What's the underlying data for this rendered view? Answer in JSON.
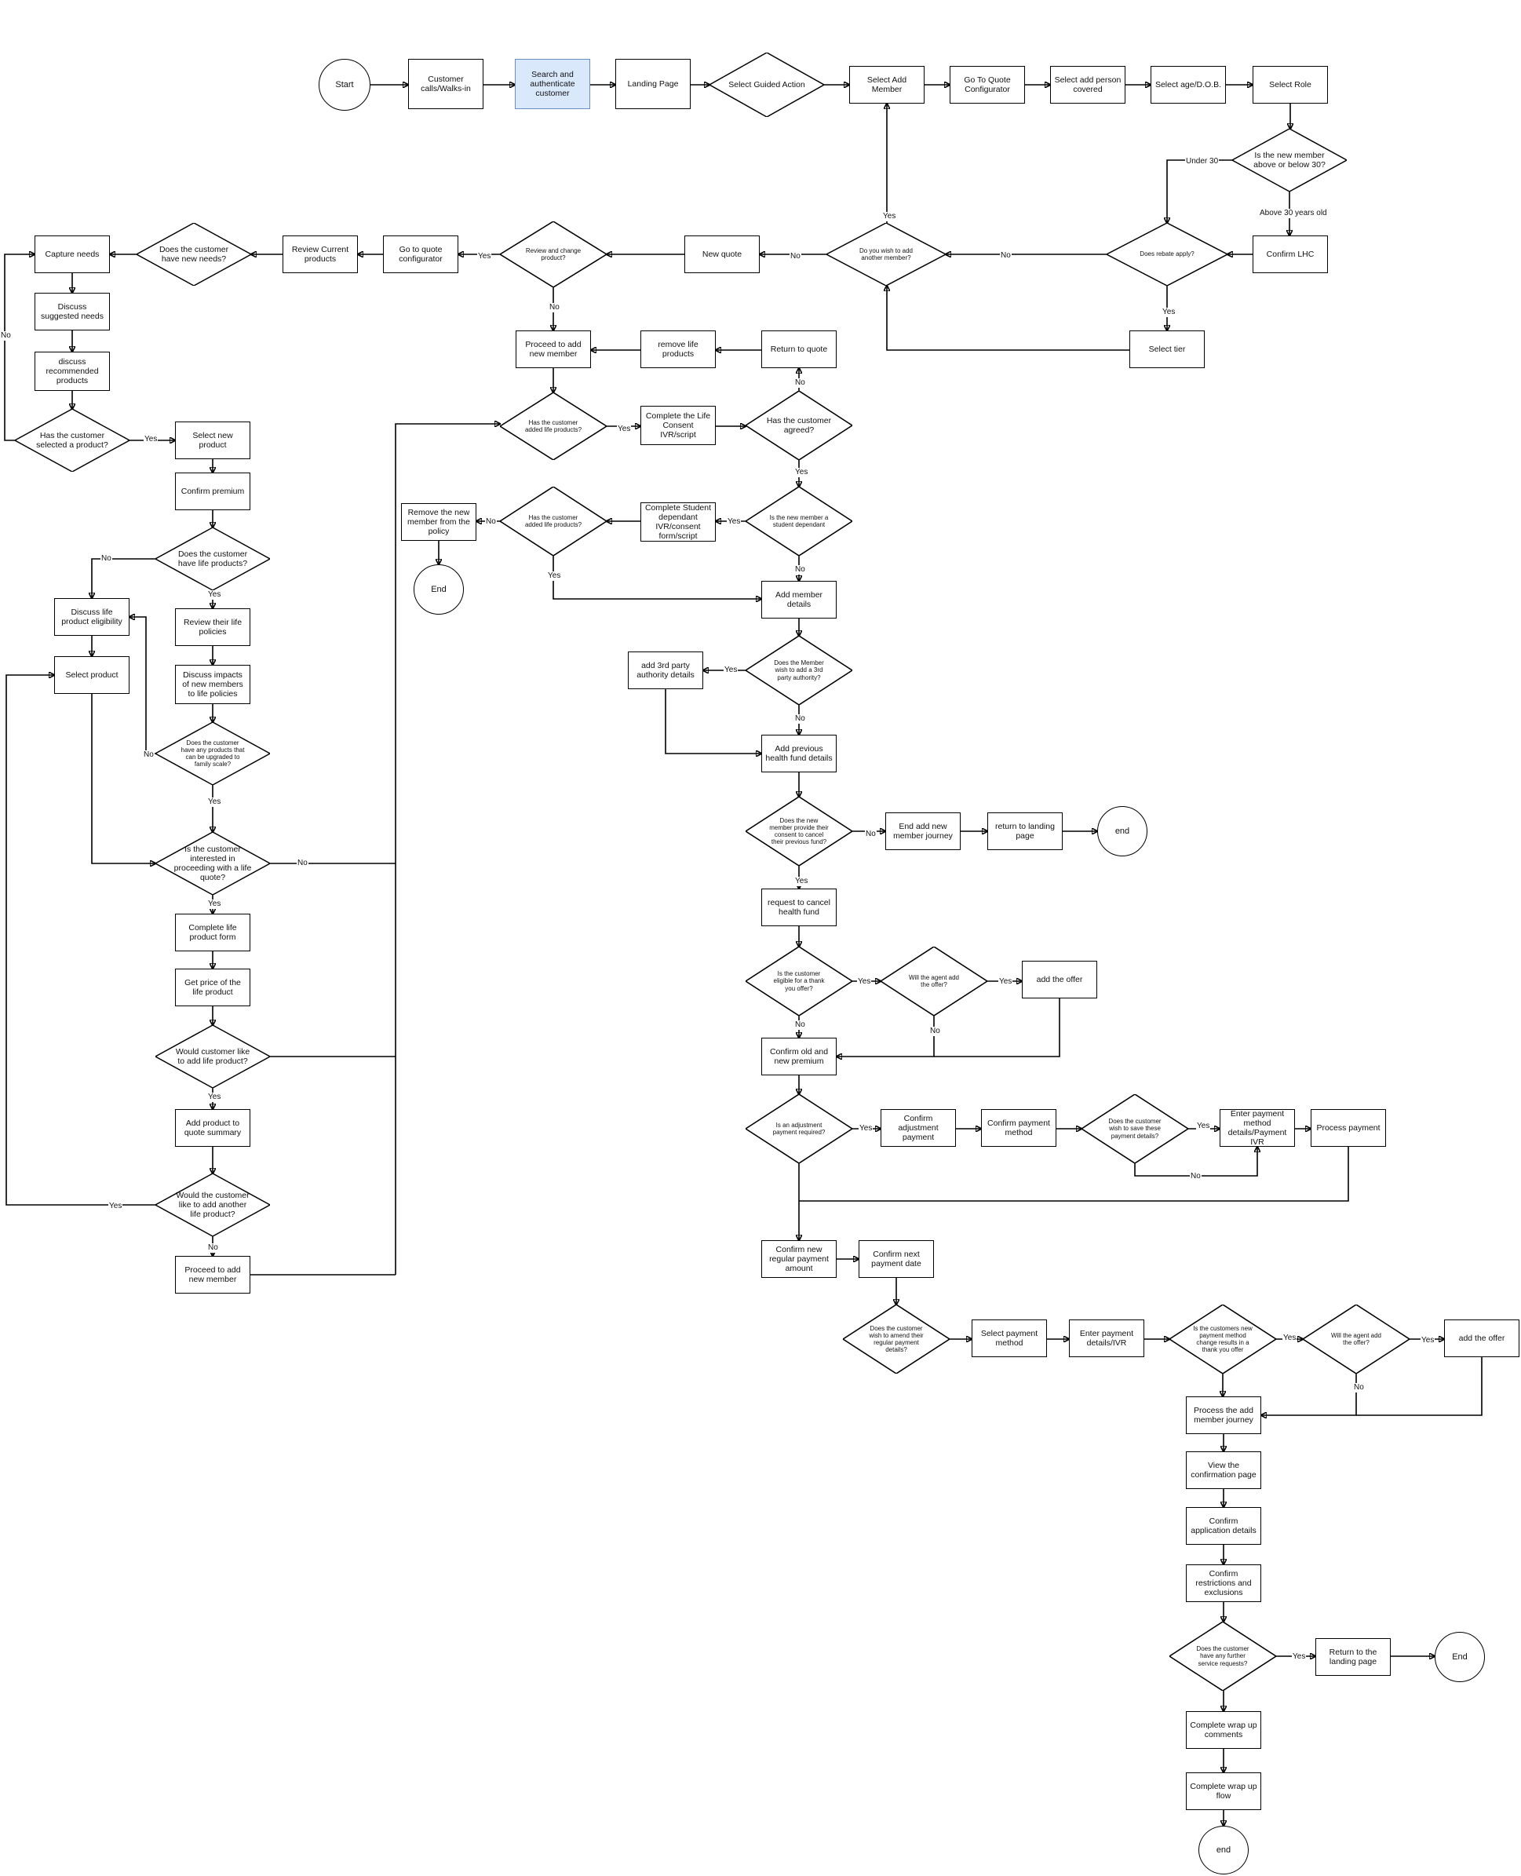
{
  "nodes": [
    {
      "id": "start",
      "shape": "circle",
      "text": "Start"
    },
    {
      "id": "calls",
      "shape": "rect",
      "text": "Customer calls/Walks-in"
    },
    {
      "id": "search",
      "shape": "rect",
      "text": "Search and authenticate customer",
      "highlight": true
    },
    {
      "id": "landing",
      "shape": "rect",
      "text": "Landing Page"
    },
    {
      "id": "guided",
      "shape": "diamond",
      "text": "Select Guided Action"
    },
    {
      "id": "addmember",
      "shape": "rect",
      "text": "Select Add Member"
    },
    {
      "id": "quoteconf",
      "shape": "rect",
      "text": "Go To Quote Configurator"
    },
    {
      "id": "addperson",
      "shape": "rect",
      "text": "Select add person covered"
    },
    {
      "id": "agedob",
      "shape": "rect",
      "text": "Select age/D.O.B."
    },
    {
      "id": "role",
      "shape": "rect",
      "text": "Select Role"
    },
    {
      "id": "above30",
      "shape": "diamond",
      "text": "Is the new member above or below 30?"
    },
    {
      "id": "lhc",
      "shape": "rect",
      "text": "Confirm LHC"
    },
    {
      "id": "rebate",
      "shape": "diamond",
      "small": true,
      "text": "Does rebate apply?"
    },
    {
      "id": "tier",
      "shape": "rect",
      "text": "Select tier"
    },
    {
      "id": "another",
      "shape": "diamond",
      "small": true,
      "text": "Do you wish to add another member?"
    },
    {
      "id": "newquote",
      "shape": "rect",
      "text": "New quote"
    },
    {
      "id": "reviewchange",
      "shape": "diamond",
      "small": true,
      "text": "Review and change product?"
    },
    {
      "id": "gotoquote",
      "shape": "rect",
      "text": "Go to quote configurator"
    },
    {
      "id": "reviewcurrent",
      "shape": "rect",
      "text": "Review Current products"
    },
    {
      "id": "newneeds",
      "shape": "diamond",
      "text": "Does the customer have new needs?"
    },
    {
      "id": "capture",
      "shape": "rect",
      "text": "Capture needs"
    },
    {
      "id": "suggested",
      "shape": "rect",
      "text": "Discuss suggested needs"
    },
    {
      "id": "recommended",
      "shape": "rect",
      "text": "discuss recommended products"
    },
    {
      "id": "selectedprod",
      "shape": "diamond",
      "text": "Has the customer selected a product?"
    },
    {
      "id": "selectnewprod",
      "shape": "rect",
      "text": "Select new product"
    },
    {
      "id": "premium",
      "shape": "rect",
      "text": "Confirm premium"
    },
    {
      "id": "havelife",
      "shape": "diamond",
      "text": "Does the customer have life products?"
    },
    {
      "id": "eligibility",
      "shape": "rect",
      "text": "Discuss life product eligibility"
    },
    {
      "id": "selectproduct",
      "shape": "rect",
      "text": "Select product"
    },
    {
      "id": "reviewlife",
      "shape": "rect",
      "text": "Review their life policies"
    },
    {
      "id": "impacts",
      "shape": "rect",
      "text": "Discuss impacts of new members to life policies"
    },
    {
      "id": "upgraded",
      "shape": "diamond",
      "small": true,
      "text": "Does the customer have any products that can be upgraded to family scale?"
    },
    {
      "id": "interested",
      "shape": "diamond",
      "text": "Is the customer interested in proceeding with a life quote?"
    },
    {
      "id": "lifeform",
      "shape": "rect",
      "text": "Complete life product form"
    },
    {
      "id": "price",
      "shape": "rect",
      "text": "Get price of the life product"
    },
    {
      "id": "wouldlike",
      "shape": "diamond",
      "text": "Would customer like to add life product?"
    },
    {
      "id": "addsummary",
      "shape": "rect",
      "text": "Add product to quote summary"
    },
    {
      "id": "addanother",
      "shape": "diamond",
      "text": "Would the customer like to add another life product?"
    },
    {
      "id": "proceedadd2",
      "shape": "rect",
      "text": "Proceed to add new member"
    },
    {
      "id": "proceedadd1",
      "shape": "rect",
      "text": "Proceed to add new member"
    },
    {
      "id": "removelife",
      "shape": "rect",
      "text": "remove life products"
    },
    {
      "id": "returnquote",
      "shape": "rect",
      "text": "Return to quote"
    },
    {
      "id": "addedlife1",
      "shape": "diamond",
      "small": true,
      "text": "Has the customer added life products?"
    },
    {
      "id": "consent",
      "shape": "rect",
      "text": "Complete the Life Consent IVR/script"
    },
    {
      "id": "agreed",
      "shape": "diamond",
      "text": "Has the customer agreed?"
    },
    {
      "id": "student",
      "shape": "diamond",
      "small": true,
      "text": "Is the new member a student dependant"
    },
    {
      "id": "studentivr",
      "shape": "rect",
      "text": "Complete Student dependant IVR/consent form/script"
    },
    {
      "id": "addedlife2",
      "shape": "diamond",
      "small": true,
      "text": "Has the customer added life products?"
    },
    {
      "id": "removemember",
      "shape": "rect",
      "text": "Remove the new member from the policy"
    },
    {
      "id": "end1",
      "shape": "circle",
      "text": "End"
    },
    {
      "id": "memberdetails",
      "shape": "rect",
      "text": "Add member details"
    },
    {
      "id": "thirdparty",
      "shape": "diamond",
      "small": true,
      "text": "Does the Member wish to add a 3rd party authority?"
    },
    {
      "id": "add3rd",
      "shape": "rect",
      "text": "add 3rd party authority details"
    },
    {
      "id": "prevfund",
      "shape": "rect",
      "text": "Add previous health fund details"
    },
    {
      "id": "provideconsent",
      "shape": "diamond",
      "small": true,
      "text": "Does the new member provide their consent to cancel their previous fund?"
    },
    {
      "id": "endjourney",
      "shape": "rect",
      "text": "End add new member journey"
    },
    {
      "id": "returnlanding1",
      "shape": "rect",
      "text": "return to landing page"
    },
    {
      "id": "end2",
      "shape": "circle",
      "text": "end"
    },
    {
      "id": "cancelfund",
      "shape": "rect",
      "text": "request to cancel health fund"
    },
    {
      "id": "eligiblethanks",
      "shape": "diamond",
      "small": true,
      "text": "Is the customer eligible for a thank you offer?"
    },
    {
      "id": "agentoffer1",
      "shape": "diamond",
      "small": true,
      "text": "Will the agent add the offer?"
    },
    {
      "id": "addoffer1",
      "shape": "rect",
      "text": "add the offer"
    },
    {
      "id": "oldnew",
      "shape": "rect",
      "text": "Confirm old and new premium"
    },
    {
      "id": "adjreq",
      "shape": "diamond",
      "small": true,
      "text": "Is an adjustment payment required?"
    },
    {
      "id": "confirmadj",
      "shape": "rect",
      "text": "Confirm adjustment payment"
    },
    {
      "id": "confirmmethod",
      "shape": "rect",
      "text": "Confirm payment method"
    },
    {
      "id": "savedetails",
      "shape": "diamond",
      "small": true,
      "text": "Does the customer wish to save these payment details?"
    },
    {
      "id": "enterpay1",
      "shape": "rect",
      "text": "Enter payment method details/Payment IVR"
    },
    {
      "id": "processpay",
      "shape": "rect",
      "text": "Process payment"
    },
    {
      "id": "regularamt",
      "shape": "rect",
      "text": "Confirm new regular payment amount"
    },
    {
      "id": "nextdate",
      "shape": "rect",
      "text": "Confirm next payment date"
    },
    {
      "id": "amend",
      "shape": "diamond",
      "small": true,
      "text": "Does the customer wish to amend their regular payment details?"
    },
    {
      "id": "selectmethod",
      "shape": "rect",
      "text": "Select payment method"
    },
    {
      "id": "enterpay2",
      "shape": "rect",
      "text": "Enter payment details/IVR"
    },
    {
      "id": "changeresult",
      "shape": "diamond",
      "small": true,
      "text": "Is the customers new payment method change results in a thank you offer"
    },
    {
      "id": "agentoffer2",
      "shape": "diamond",
      "small": true,
      "text": "Will the agent add the offer?"
    },
    {
      "id": "addoffer2",
      "shape": "rect",
      "text": "add the offer"
    },
    {
      "id": "processjourney",
      "shape": "rect",
      "text": "Process the add member journey"
    },
    {
      "id": "viewconfirm",
      "shape": "rect",
      "text": "View the confirmation page"
    },
    {
      "id": "confirmapp",
      "shape": "rect",
      "text": "Confirm application details"
    },
    {
      "id": "restrictions",
      "shape": "rect",
      "text": "Confirm restrictions and exclusions"
    },
    {
      "id": "further",
      "shape": "diamond",
      "small": true,
      "text": "Does the customer have any further service requests?"
    },
    {
      "id": "returnlanding2",
      "shape": "rect",
      "text": "Return to the landing page"
    },
    {
      "id": "end3",
      "shape": "circle",
      "text": "End"
    },
    {
      "id": "wrapcomments",
      "shape": "rect",
      "text": "Complete wrap up comments"
    },
    {
      "id": "wrapflow",
      "shape": "rect",
      "text": "Complete wrap up flow"
    },
    {
      "id": "end4",
      "shape": "circle",
      "text": "end"
    }
  ],
  "edge_labels": [
    {
      "id": "l_under30",
      "text": "Under 30"
    },
    {
      "id": "l_above30",
      "text": "Above 30 years old"
    },
    {
      "id": "l_rebate_no",
      "text": "No"
    },
    {
      "id": "l_rebate_yes",
      "text": "Yes"
    },
    {
      "id": "l_another_yes",
      "text": "Yes"
    },
    {
      "id": "l_another_no",
      "text": "No"
    },
    {
      "id": "l_review_yes",
      "text": "Yes"
    },
    {
      "id": "l_review_no",
      "text": "No"
    },
    {
      "id": "l_loop_no",
      "text": "No"
    },
    {
      "id": "l_selected_yes",
      "text": "Yes"
    },
    {
      "id": "l_havelife_no",
      "text": "No"
    },
    {
      "id": "l_havelife_yes",
      "text": "Yes"
    },
    {
      "id": "l_upgraded_no",
      "text": "No"
    },
    {
      "id": "l_upgraded_yes",
      "text": "Yes"
    },
    {
      "id": "l_interested_no",
      "text": "No"
    },
    {
      "id": "l_interested_yes",
      "text": "Yes"
    },
    {
      "id": "l_wouldlike_yes",
      "text": "Yes"
    },
    {
      "id": "l_addanother_yes",
      "text": "Yes"
    },
    {
      "id": "l_addanother_no",
      "text": "No"
    },
    {
      "id": "l_addedlife1_yes",
      "text": "Yes"
    },
    {
      "id": "l_agreed_no",
      "text": "No"
    },
    {
      "id": "l_agreed_yes",
      "text": "Yes"
    },
    {
      "id": "l_student_yes",
      "text": "Yes"
    },
    {
      "id": "l_student_no",
      "text": "No"
    },
    {
      "id": "l_addedlife2_no",
      "text": "No"
    },
    {
      "id": "l_addedlife2_yes",
      "text": "Yes"
    },
    {
      "id": "l_thirdparty_yes",
      "text": "Yes"
    },
    {
      "id": "l_thirdparty_no",
      "text": "No"
    },
    {
      "id": "l_consent_no",
      "text": "No"
    },
    {
      "id": "l_consent_yes",
      "text": "Yes"
    },
    {
      "id": "l_eligible_yes",
      "text": "Yes"
    },
    {
      "id": "l_eligible_no",
      "text": "No"
    },
    {
      "id": "l_agent1_yes",
      "text": "Yes"
    },
    {
      "id": "l_agent1_no",
      "text": "No"
    },
    {
      "id": "l_adj_yes",
      "text": "Yes"
    },
    {
      "id": "l_save_yes",
      "text": "Yes"
    },
    {
      "id": "l_save_no",
      "text": "No"
    },
    {
      "id": "l_change_yes",
      "text": "Yes"
    },
    {
      "id": "l_agent2_yes",
      "text": "Yes"
    },
    {
      "id": "l_agent2_no",
      "text": "No"
    },
    {
      "id": "l_further_yes",
      "text": "Yes"
    }
  ]
}
